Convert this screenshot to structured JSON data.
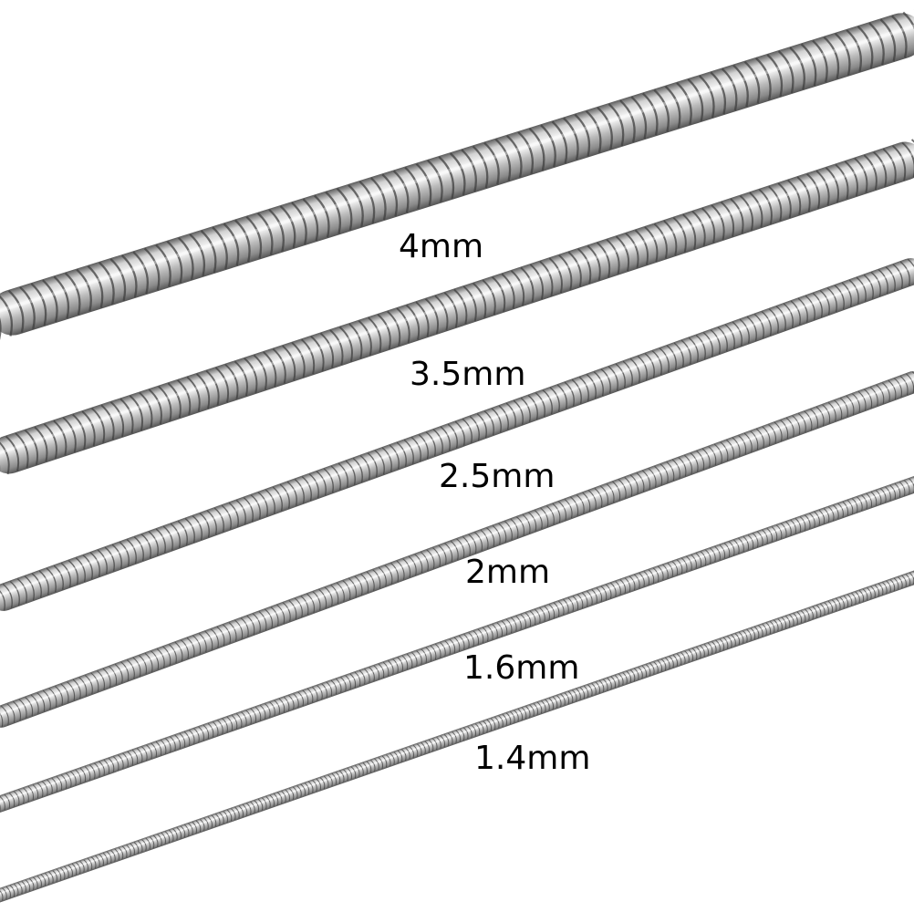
{
  "photo": {
    "subject": "snake-chain",
    "background_color": "#ffffff",
    "metal_color": "#b9b9b9"
  },
  "chains": [
    {
      "size_label": "4mm"
    },
    {
      "size_label": "3.5mm"
    },
    {
      "size_label": "2.5mm"
    },
    {
      "size_label": "2mm"
    },
    {
      "size_label": "1.6mm"
    },
    {
      "size_label": "1.4mm"
    }
  ]
}
